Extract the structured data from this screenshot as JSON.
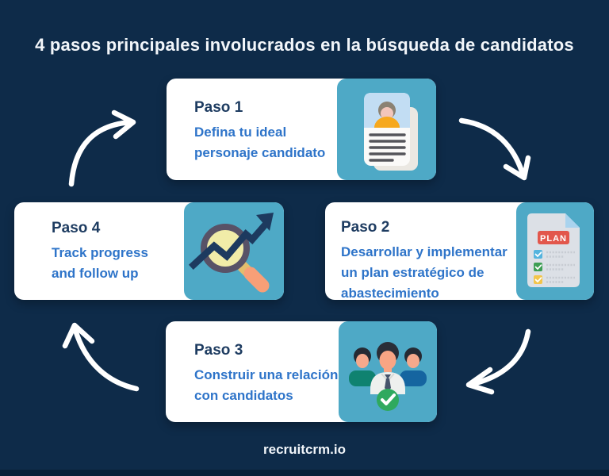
{
  "title": "4 pasos principales involucrados en la búsqueda de candidatos",
  "steps": [
    {
      "label": "Paso 1",
      "description": "Defina tu ideal personaje candidato",
      "lines": [
        "Defina tu ideal",
        "personaje candidato"
      ],
      "icon": "resume-icon"
    },
    {
      "label": "Paso 2",
      "description": "Desarrollar y implementar un plan estratégico de abastecimiento",
      "lines": [
        "Desarrollar y implementar",
        "un plan estratégico de",
        "abastecimiento"
      ],
      "icon": "plan-document-icon",
      "icon_badge": "PLAN"
    },
    {
      "label": "Paso 3",
      "description": "Construir una relación con candidatos",
      "lines": [
        "Construir una relación",
        "con candidatos"
      ],
      "icon": "team-check-icon"
    },
    {
      "label": "Paso 4",
      "description": "Track progress and follow up",
      "lines": [
        "Track progress",
        "and follow up"
      ],
      "icon": "magnifier-trend-icon"
    }
  ],
  "footer": {
    "logo": "recruitcrm.io"
  },
  "colors": {
    "background": "#0e2b49",
    "card": "#ffffff",
    "icon_tile": "#4ea9c6",
    "step_label": "#1e3c61",
    "step_description": "#2e74c9",
    "title_text": "#f2f6fa",
    "arrow": "#ffffff",
    "plan_badge": "#e2574c",
    "check_green": "#2fa95e"
  }
}
